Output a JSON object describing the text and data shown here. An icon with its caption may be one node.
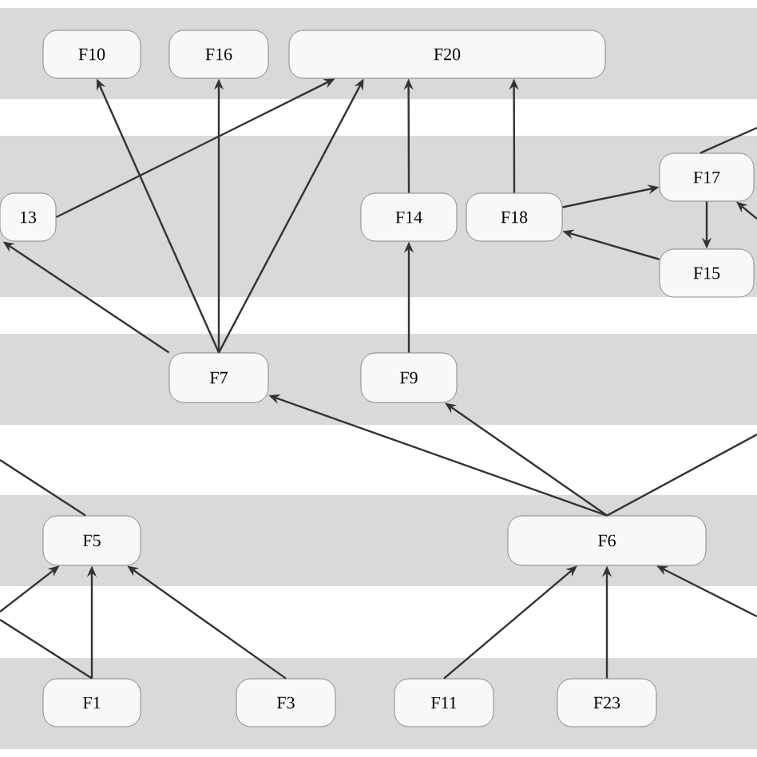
{
  "diagram": {
    "nodes": [
      {
        "text": [
          "F10"
        ]
      },
      {
        "text": [
          "F16"
        ]
      },
      {
        "text": [
          "F20"
        ]
      },
      {
        "text": [
          "13"
        ]
      },
      {
        "text": [
          "F14"
        ]
      },
      {
        "text": [
          "F18"
        ]
      },
      {
        "text": [
          "F17"
        ]
      },
      {
        "text": [
          "F15"
        ]
      },
      {
        "text": [
          "F7"
        ]
      },
      {
        "text": [
          "F9"
        ]
      },
      {
        "text": [
          "F5"
        ]
      },
      {
        "text": [
          "F6"
        ]
      },
      {
        "text": [
          "F1"
        ]
      },
      {
        "text": [
          "F3"
        ]
      },
      {
        "text": [
          "F11"
        ]
      },
      {
        "text": [
          "F23"
        ]
      }
    ],
    "edges": [
      {
        "from": 8,
        "to": 0,
        "arrow": "to"
      },
      {
        "from": 8,
        "to": 1,
        "arrow": "to"
      },
      {
        "from": 8,
        "to": 2,
        "arrow": "to"
      },
      {
        "from": 3,
        "to": 2,
        "arrow": "to"
      },
      {
        "from": 8,
        "to": 3,
        "arrow": "to"
      },
      {
        "from": 4,
        "to": 2,
        "arrow": "to"
      },
      {
        "from": 5,
        "to": 2,
        "arrow": "to"
      },
      {
        "from": 9,
        "to": 4,
        "arrow": "to"
      },
      {
        "from": 5,
        "to": 6,
        "arrow": "to"
      },
      {
        "from": 7,
        "to": 5,
        "arrow": "to"
      },
      {
        "from": 6,
        "to": 7,
        "arrow": "to"
      },
      {
        "from": 11,
        "to": 8,
        "arrow": "to"
      },
      {
        "from": 11,
        "to": 9,
        "arrow": "to"
      },
      {
        "from": 12,
        "to": 10,
        "arrow": "to"
      },
      {
        "from": 13,
        "to": 10,
        "arrow": "to"
      },
      {
        "from": 14,
        "to": 11,
        "arrow": "to"
      },
      {
        "from": 15,
        "to": 11,
        "arrow": "to"
      },
      {
        "from": 6,
        "to": null,
        "arrow": "none"
      },
      {
        "from": null,
        "to": 6,
        "arrow": "to"
      },
      {
        "from": 11,
        "to": null,
        "arrow": "none"
      },
      {
        "from": null,
        "to": 11,
        "arrow": "to"
      },
      {
        "from": 10,
        "to": null,
        "arrow": "none"
      },
      {
        "from": null,
        "to": 10,
        "arrow": "to"
      },
      {
        "from": 12,
        "to": null,
        "arrow": "none"
      }
    ]
  }
}
